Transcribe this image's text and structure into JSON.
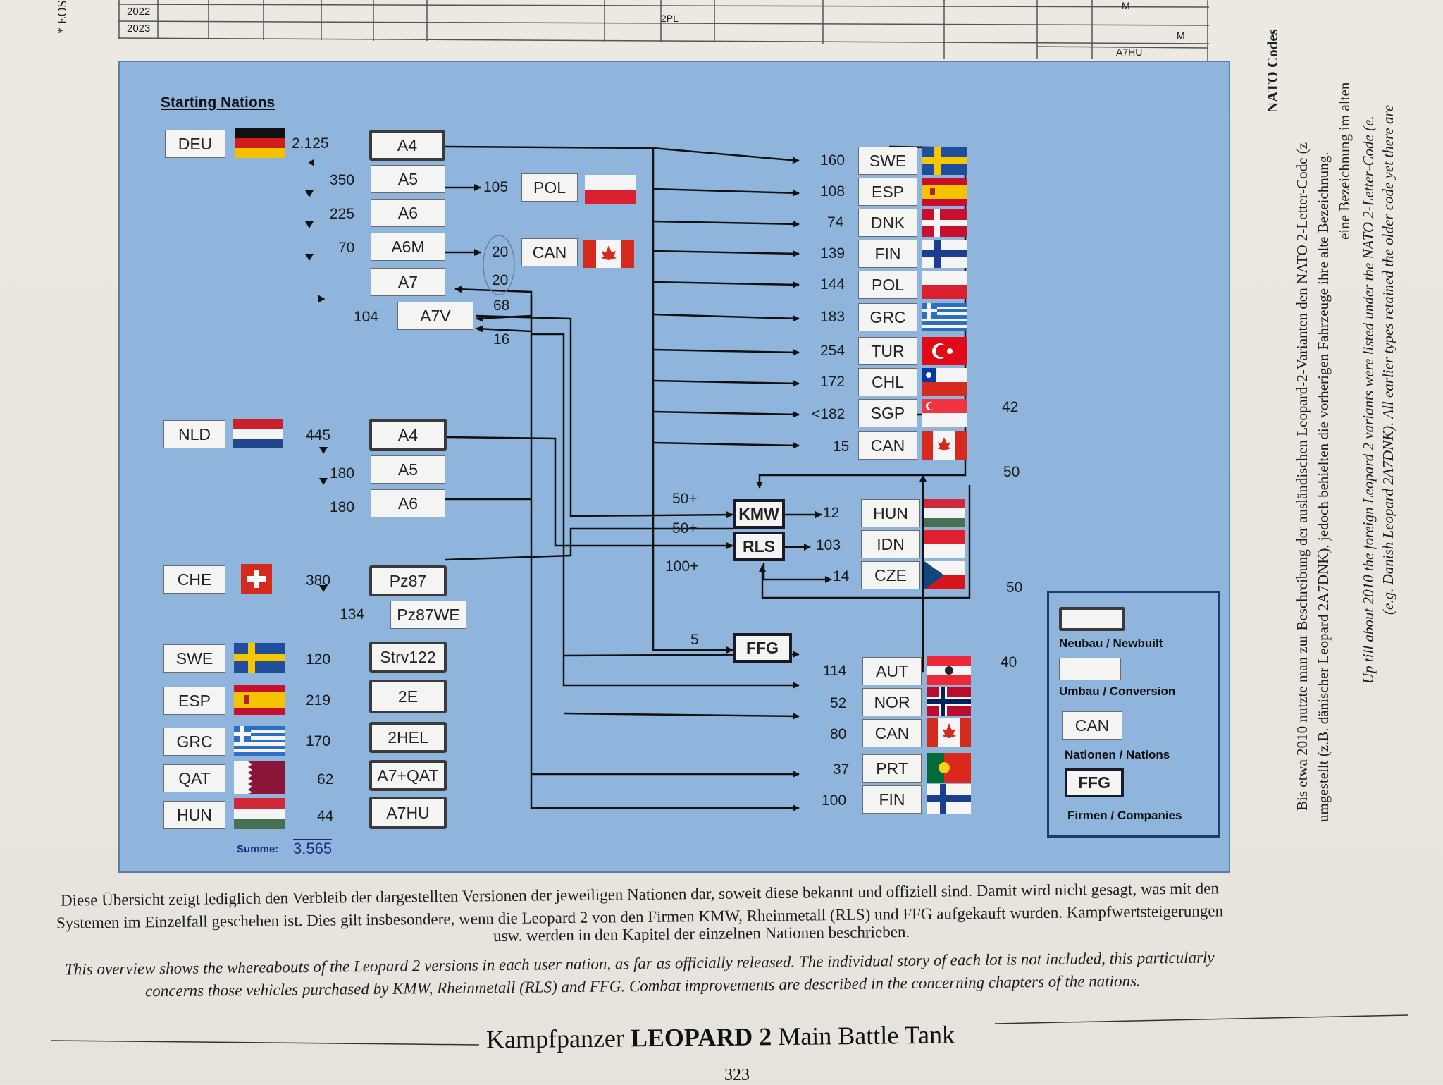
{
  "table": {
    "years": [
      "2022",
      "2023"
    ],
    "entries": [
      "2PL",
      "M",
      "M",
      "A7HU"
    ]
  },
  "diagram": {
    "header": "Starting Nations",
    "starting": [
      {
        "nation": "DEU",
        "flag": "deu",
        "count": "2.125",
        "versions": [
          {
            "label": "A4",
            "count": ""
          },
          {
            "label": "A5",
            "count": "350"
          },
          {
            "label": "A6",
            "count": "225"
          },
          {
            "label": "A6M",
            "count": "70"
          },
          {
            "label": "A7",
            "count": ""
          },
          {
            "label": "A7V",
            "count": "104"
          }
        ]
      },
      {
        "nation": "NLD",
        "flag": "nld",
        "count": "445",
        "versions": [
          {
            "label": "A4",
            "count": ""
          },
          {
            "label": "A5",
            "count": "180"
          },
          {
            "label": "A6",
            "count": "180"
          }
        ]
      },
      {
        "nation": "CHE",
        "flag": "che",
        "count": "380",
        "versions": [
          {
            "label": "Pz87",
            "count": ""
          },
          {
            "label": "Pz87WE",
            "count": "134"
          }
        ]
      },
      {
        "nation": "SWE",
        "flag": "swe",
        "count": "120",
        "versions": [
          {
            "label": "Strv122",
            "count": ""
          }
        ]
      },
      {
        "nation": "ESP",
        "flag": "esp",
        "count": "219",
        "versions": [
          {
            "label": "2E",
            "count": ""
          }
        ]
      },
      {
        "nation": "GRC",
        "flag": "grc",
        "count": "170",
        "versions": [
          {
            "label": "2HEL",
            "count": ""
          }
        ]
      },
      {
        "nation": "QAT",
        "flag": "qat",
        "count": "62",
        "versions": [
          {
            "label": "A7+QAT",
            "count": ""
          }
        ]
      },
      {
        "nation": "HUN",
        "flag": "hun",
        "count": "44",
        "versions": [
          {
            "label": "A7HU",
            "count": ""
          }
        ]
      }
    ],
    "sum_label": "Summe:",
    "sum_value": "3.565",
    "mid_recipients": [
      {
        "nation": "POL",
        "flag": "pol",
        "count": "105"
      },
      {
        "nation": "CAN",
        "flag": "can",
        "count": "20"
      }
    ],
    "returns": {
      "r20": "20",
      "r68": "68",
      "r16": "16"
    },
    "recipients_top": [
      {
        "nation": "SWE",
        "flag": "swe",
        "count": "160"
      },
      {
        "nation": "ESP",
        "flag": "esp",
        "count": "108"
      },
      {
        "nation": "DNK",
        "flag": "dnk",
        "count": "74"
      },
      {
        "nation": "FIN",
        "flag": "fin",
        "count": "139"
      },
      {
        "nation": "POL",
        "flag": "pol",
        "count": "144"
      },
      {
        "nation": "GRC",
        "flag": "grc",
        "count": "183"
      },
      {
        "nation": "TUR",
        "flag": "tur",
        "count": "254"
      },
      {
        "nation": "CHL",
        "flag": "chl",
        "count": "172"
      },
      {
        "nation": "SGP",
        "flag": "sgp",
        "count": "<182"
      },
      {
        "nation": "CAN",
        "flag": "can",
        "count": "15"
      }
    ],
    "companies": [
      "KMW",
      "RLS",
      "FFG"
    ],
    "company_inputs": {
      "kmw": "50+",
      "rls": "50+",
      "rls2": "100+",
      "ffg": "5"
    },
    "company_recipients": [
      {
        "nation": "HUN",
        "flag": "hun",
        "count": "12"
      },
      {
        "nation": "IDN",
        "flag": "idn",
        "count": "103"
      },
      {
        "nation": "CZE",
        "flag": "cze",
        "count": "14"
      }
    ],
    "side_flows": {
      "f42": "42",
      "f50a": "50",
      "f50b": "50",
      "f40": "40"
    },
    "recipients_bottom": [
      {
        "nation": "AUT",
        "flag": "aut",
        "count": "114"
      },
      {
        "nation": "NOR",
        "flag": "nor",
        "count": "52"
      },
      {
        "nation": "CAN",
        "flag": "can",
        "count": "80"
      },
      {
        "nation": "PRT",
        "flag": "prt",
        "count": "37"
      },
      {
        "nation": "FIN",
        "flag": "fin",
        "count": "100"
      }
    ],
    "legend": {
      "newbuilt": "Neubau / Newbuilt",
      "conversion": "Umbau / Conversion",
      "nation_sample": "CAN",
      "nations": "Nationen / Nations",
      "company_sample": "FFG",
      "companies": "Firmen / Companies"
    }
  },
  "caption": {
    "de1": "Diese Übersicht zeigt lediglich den Verbleib der dargestellten Versionen der jeweiligen Nationen dar, soweit diese bekannt und offiziell sind. Damit wird nicht gesagt, was mit den",
    "de2": "Systemen im Einzelfall geschehen ist. Dies gilt insbesondere, wenn die Leopard 2 von den Firmen KMW, Rheinmetall (RLS) und FFG aufgekauft wurden. Kampfwertsteigerungen",
    "de3": "usw. werden in den Kapitel der einzelnen Nationen beschrieben.",
    "en1": "This overview shows the whereabouts of the Leopard 2 versions in each user nation, as far as officially released. The individual story of each lot is not included, this particularly",
    "en2": "concerns those vehicles purchased by KMW, Rheinmetall (RLS) and FFG. Combat improvements are described in the concerning chapters of the nations."
  },
  "sidebar": {
    "title": "NATO Codes",
    "de1": "Bis etwa 2010 nutzte man zur Beschreibung der ausländischen Leopard-2-Varianten den NATO 2-Letter-Code (z",
    "de2": "umgestellt (z.B. dänischer Leopard 2A7DNK), jedoch behielten die vorherigen Fahrzeuge ihre alte Bezeichnung.",
    "de3": "eine Bezeichnung im alten",
    "en1": "Up till about 2010 the foreign Leopard 2 variants were listed under the NATO 2-Letter-Code (e.",
    "en2": "(e.g. Danish Leopard 2A7DNK). All earlier types retained the older code yet there are"
  },
  "margin_mark": "* EOS",
  "footer": {
    "prefix": "Kampfpanzer ",
    "bold": "LEOPARD 2",
    "suffix": " Main Battle Tank"
  },
  "page_number": "323"
}
